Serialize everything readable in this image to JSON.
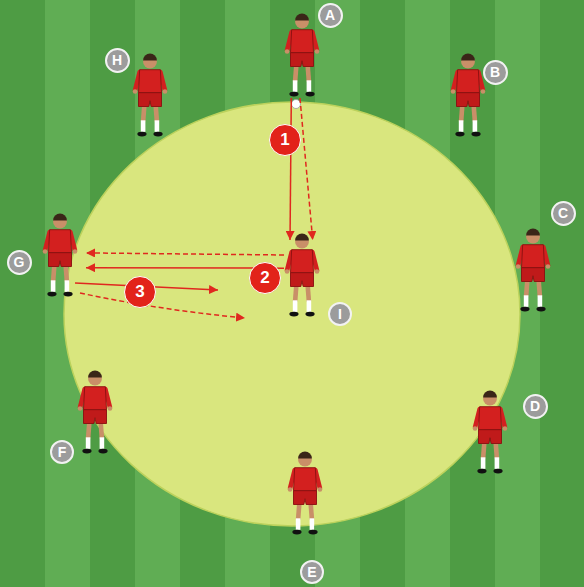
{
  "diagram": {
    "nodes": [
      {
        "text": [
          "A"
        ]
      },
      {
        "text": [
          "B"
        ]
      },
      {
        "text": [
          "C"
        ]
      },
      {
        "text": [
          "D"
        ]
      },
      {
        "text": [
          "E"
        ]
      },
      {
        "text": [
          "F"
        ]
      },
      {
        "text": [
          "G"
        ]
      },
      {
        "text": [
          "H"
        ]
      },
      {
        "text": [
          "I"
        ]
      }
    ],
    "edges": [
      {
        "from": 0,
        "to": 8,
        "arrow": "to"
      },
      {
        "from": 0,
        "to": 8,
        "arrow": "to"
      },
      {
        "from": 8,
        "to": 6,
        "arrow": "to"
      },
      {
        "from": 8,
        "to": 6,
        "arrow": "to"
      }
    ],
    "labels": [
      "1",
      "2",
      "3"
    ]
  }
}
